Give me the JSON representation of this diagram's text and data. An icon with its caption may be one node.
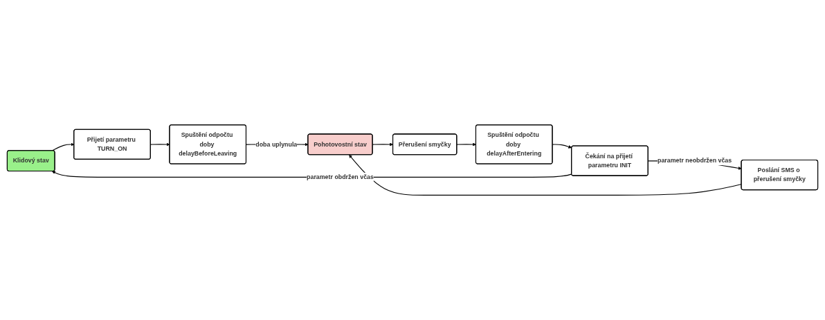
{
  "diagram": {
    "nodes": [
      {
        "text": [
          "Klidový stav"
        ]
      },
      {
        "text": [
          "Přijetí parametru TURN_ON"
        ]
      },
      {
        "text": [
          "Spuštění odpočtu doby delayBeforeLeaving"
        ]
      },
      {
        "text": [
          "Poslání SMS o přerušení smyčky"
        ]
      },
      {
        "text": [
          "Pohotovostní stav"
        ]
      },
      {
        "text": [
          "Přerušení smyčky"
        ]
      },
      {
        "text": [
          "Spuštění odpočtu doby delayAfterEntering"
        ]
      },
      {
        "text": [
          "Čekání na přijetí parametru INIT"
        ]
      }
    ],
    "edges": [
      {
        "from": 0,
        "to": 1,
        "arrow": "to"
      },
      {
        "from": 1,
        "to": 2,
        "arrow": "to"
      },
      {
        "from": 2,
        "to": 4,
        "arrow": "to",
        "label": "doba uplynula"
      },
      {
        "from": 3,
        "to": 4,
        "arrow": "to"
      },
      {
        "from": 4,
        "to": 5,
        "arrow": "to"
      },
      {
        "from": 5,
        "to": 6,
        "arrow": "to"
      },
      {
        "from": 6,
        "to": 7,
        "arrow": "to"
      },
      {
        "from": 7,
        "to": 0,
        "arrow": "to",
        "label": "parametr obdržen včas"
      },
      {
        "from": 7,
        "to": 3,
        "arrow": "to",
        "label": "parametr neobdržen včas"
      }
    ]
  }
}
